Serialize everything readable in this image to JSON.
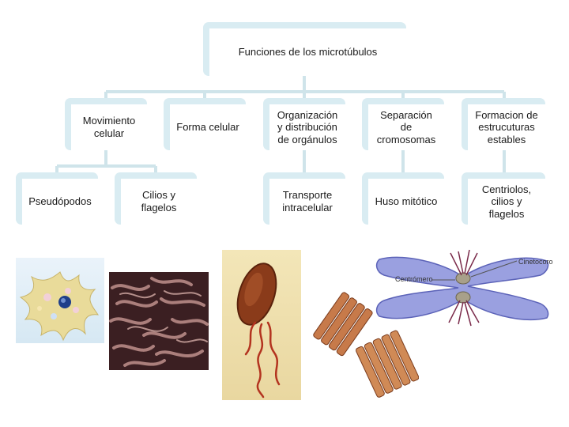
{
  "diagram": {
    "root": "Funciones de los microtúbulos",
    "functions": [
      {
        "label": "Movimiento\ncelular"
      },
      {
        "label": "Forma celular"
      },
      {
        "label": "Organización\ny distribución\nde orgánulos"
      },
      {
        "label": "Separación\nde\ncromosomas"
      },
      {
        "label": "Formacion de\nestrucuturas\nestables"
      }
    ],
    "subitems": [
      {
        "label": "Pseudópodos"
      },
      {
        "label": "Cilios y\nflagelos"
      },
      {
        "label": "Transporte\nintracelular"
      },
      {
        "label": "Huso mitótico"
      },
      {
        "label": "Centriolos,\ncilios y\nflagelos"
      }
    ]
  },
  "illustrations": {
    "chromosome_labels": {
      "kinetochore": "Cinetocoro",
      "centromere": "Centrómero"
    }
  },
  "colors": {
    "box_shadow_border": "#d9ecf2",
    "connector": "#cfe4ea"
  }
}
